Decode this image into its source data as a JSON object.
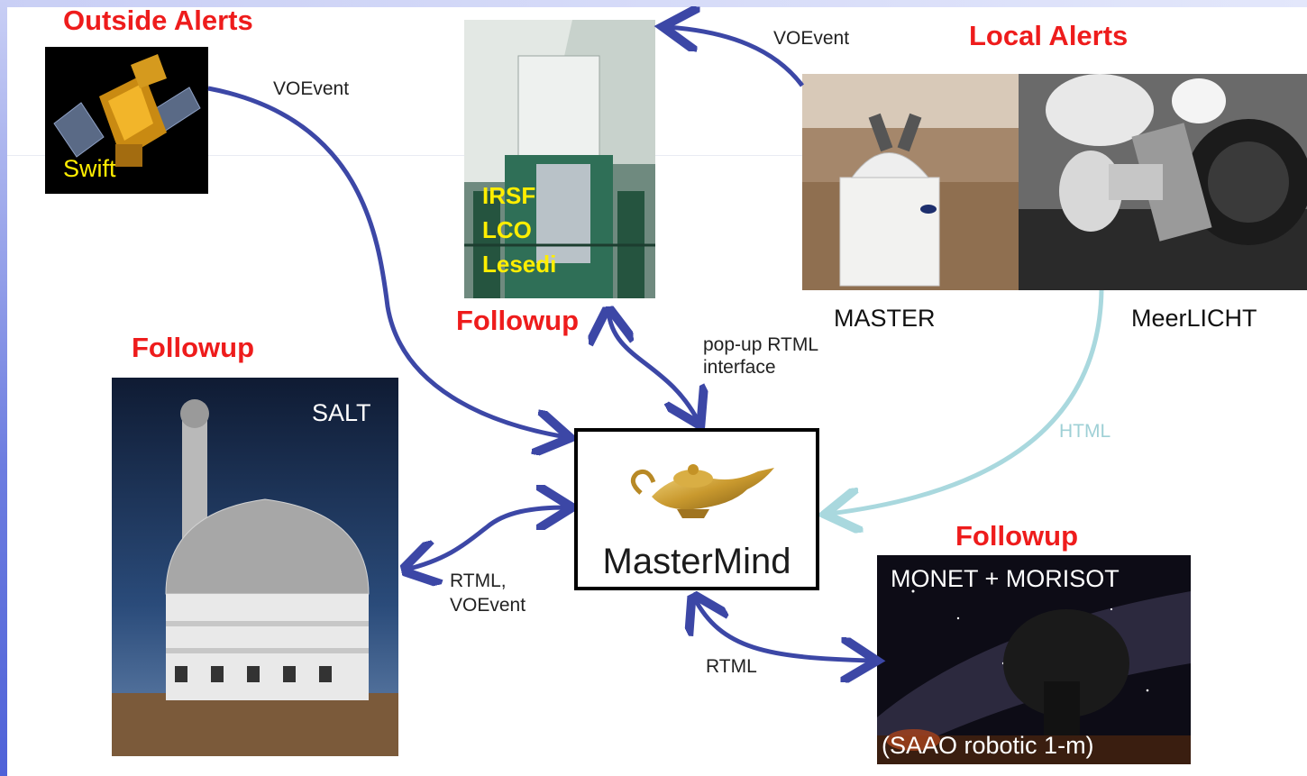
{
  "headings": {
    "outside_alerts": "Outside Alerts",
    "local_alerts": "Local Alerts",
    "followup_top": "Followup",
    "followup_left": "Followup",
    "followup_right": "Followup"
  },
  "photos": {
    "swift": {
      "caption": "Swift"
    },
    "irsf": {
      "lines": [
        "IRSF",
        "LCO",
        "Lesedi"
      ]
    },
    "master": {
      "caption": "MASTER"
    },
    "meerlicht": {
      "caption": "MeerLICHT"
    },
    "salt": {
      "caption": "SALT"
    },
    "monet": {
      "title": "MONET + MORISOT",
      "caption": "(SAAO robotic 1-m)"
    }
  },
  "center": {
    "label": "MasterMind"
  },
  "links": {
    "swift_to_mastermind": "VOEvent",
    "local_to_irsf": "VOEvent",
    "irsf_mastermind": [
      "pop-up RTML",
      "interface"
    ],
    "meerlicht_to_mastermind": "HTML",
    "salt_mastermind": [
      "RTML,",
      "VOEvent"
    ],
    "monet_mastermind": "RTML"
  },
  "colors": {
    "heading": "#ee1c1c",
    "arrow": "#3c47a6",
    "html_arrow": "#a9d8de",
    "photo_label": "#ffee00"
  }
}
